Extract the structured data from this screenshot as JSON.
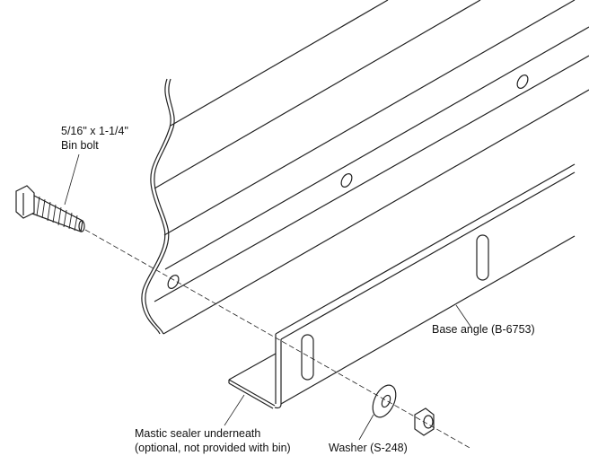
{
  "labels": {
    "bolt_size": "5/16\" x 1-1/4\"",
    "bolt_name": "Bin bolt",
    "base_angle": "Base angle (B-6753)",
    "mastic_line1": "Mastic sealer underneath",
    "mastic_line2": "(optional, not provided with bin)",
    "washer": "Washer (S-248)"
  },
  "colors": {
    "line": "#222222",
    "background": "#ffffff"
  }
}
